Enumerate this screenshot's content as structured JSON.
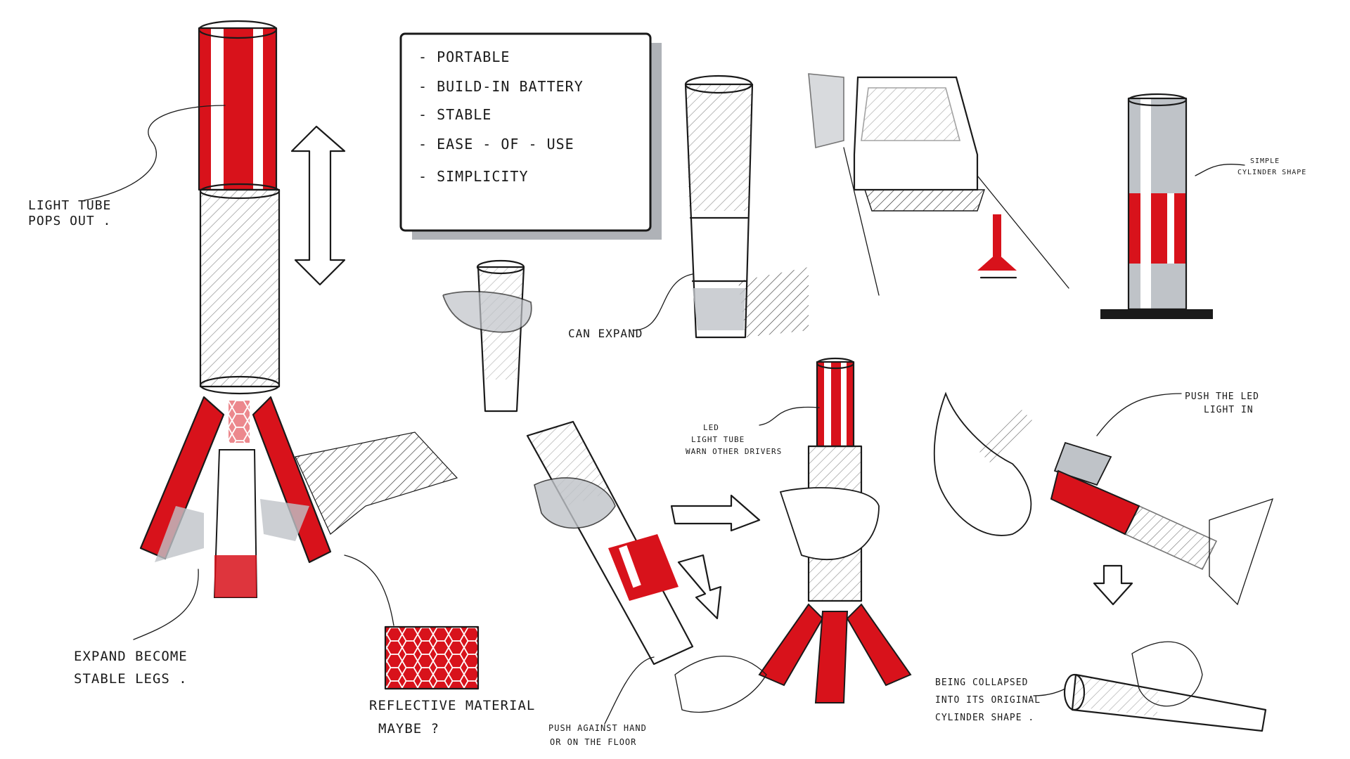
{
  "colors": {
    "ink": "#1a1a1a",
    "accent_red": "#d8121b",
    "marker_grey": "#bfc3c8",
    "paper": "#ffffff"
  },
  "notes_box": {
    "items": [
      "- PORTABLE",
      "- BUILD-IN BATTERY",
      "- STABLE",
      "- EASE - OF - USE",
      "- SIMPLICITY"
    ]
  },
  "annotations": {
    "light_tube": [
      "LIGHT TUBE",
      "POPS OUT ."
    ],
    "expand_legs": [
      "EXPAND BECOME",
      "STABLE LEGS ."
    ],
    "reflective": [
      "REFLECTIVE MATERIAL",
      "MAYBE ?"
    ],
    "can_expand": "CAN EXPAND",
    "simple_cylinder": [
      "SIMPLE",
      "CYLINDER SHAPE"
    ],
    "led_tube": [
      "LED",
      "LIGHT TUBE",
      "WARN OTHER DRIVERS"
    ],
    "push_against": [
      "PUSH AGAINST HAND",
      "OR ON THE FLOOR"
    ],
    "push_led": [
      "PUSH THE LED",
      "LIGHT IN"
    ],
    "being_collapsed": [
      "BEING COLLAPSED",
      "INTO ITS ORIGINAL",
      "CYLINDER SHAPE ."
    ]
  }
}
